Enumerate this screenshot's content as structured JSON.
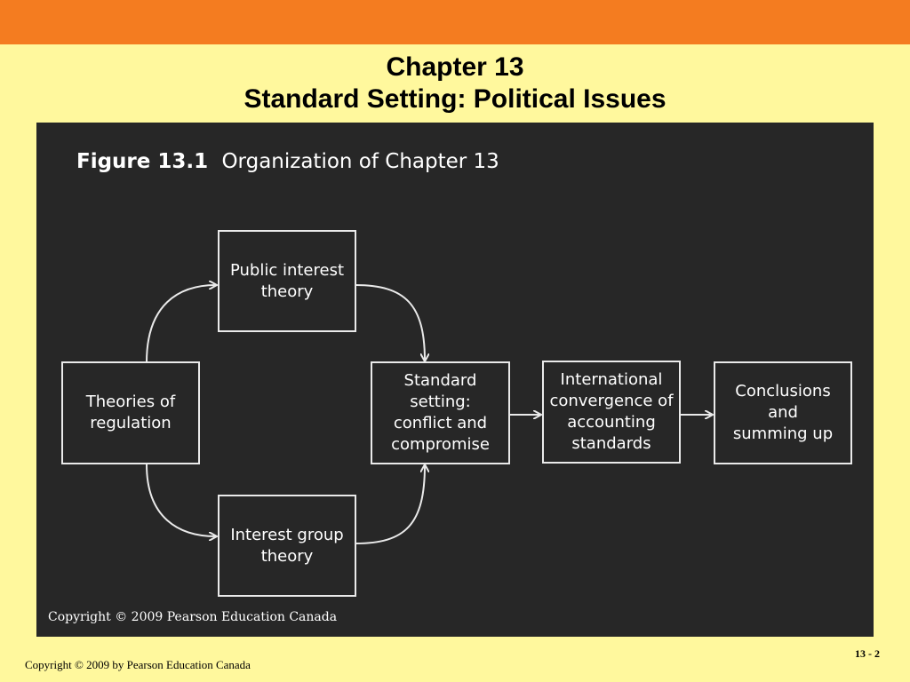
{
  "slide": {
    "title_line1": "Chapter 13",
    "title_line2": "Standard Setting: Political Issues",
    "footer_copyright": "Copyright © 2009 by Pearson Education Canada",
    "page_number": "13 - 2"
  },
  "figure": {
    "number": "Figure 13.1",
    "caption": "Organization of Chapter 13",
    "copyright": "Copyright © 2009 Pearson Education Canada",
    "nodes": {
      "theories_of_regulation": "Theories of\nregulation",
      "public_interest_theory": "Public interest\ntheory",
      "interest_group_theory": "Interest group\ntheory",
      "standard_setting": "Standard\nsetting:\nconflict and\ncompromise",
      "international_convergence": "International\nconvergence of\naccounting\nstandards",
      "conclusions": "Conclusions\nand\nsumming up"
    },
    "colors": {
      "panel_background": "#272727",
      "box_border": "#eaeaea",
      "text": "#ffffff"
    }
  },
  "colors": {
    "slide_background": "#fff89d",
    "top_bar": "#f47c20"
  }
}
